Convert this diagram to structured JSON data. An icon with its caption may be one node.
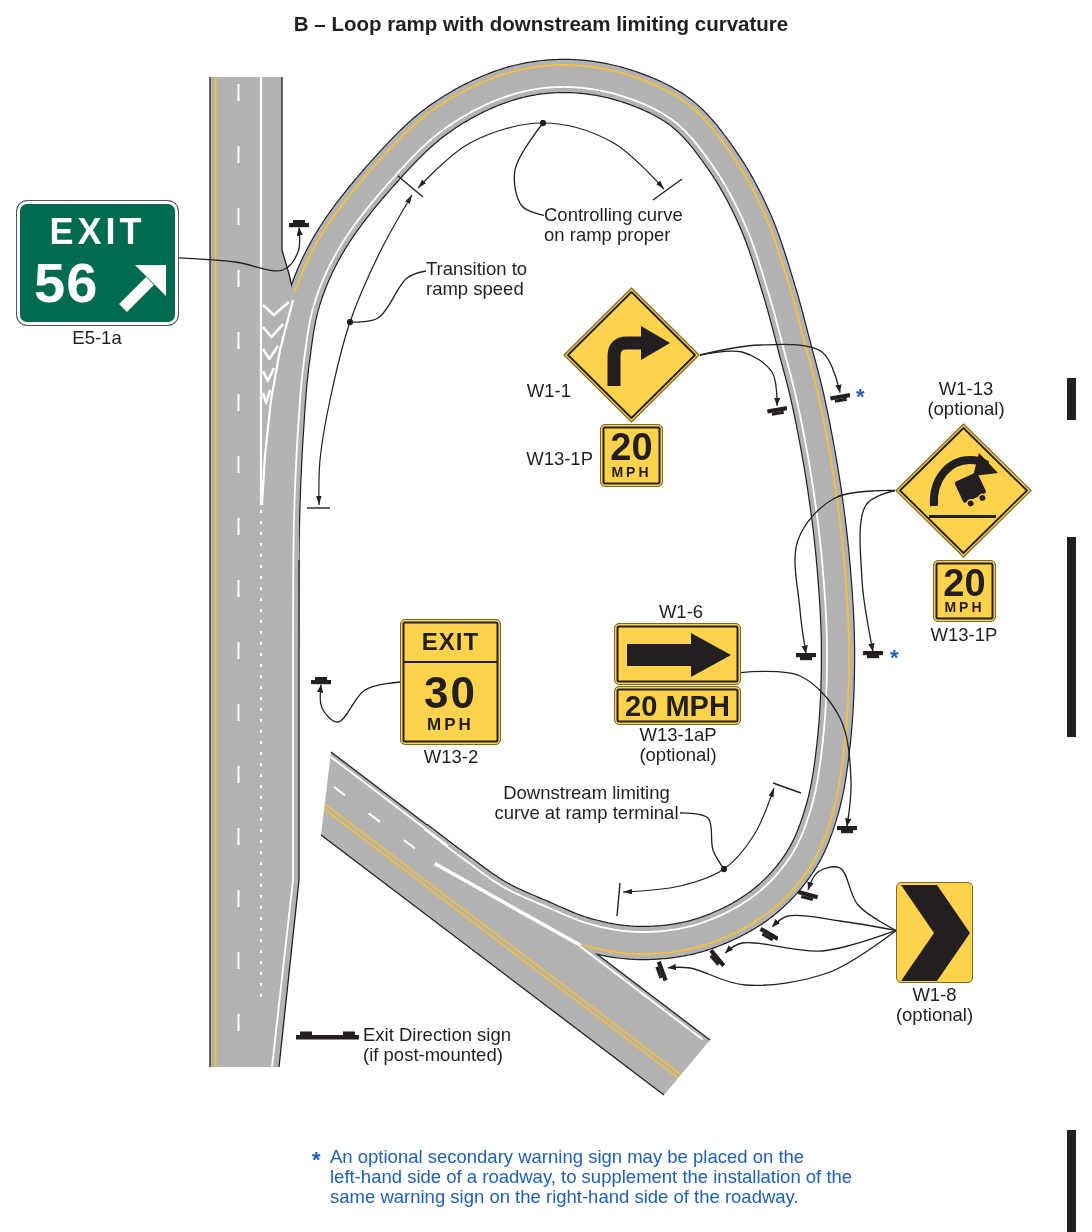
{
  "diagram": {
    "title": "B – Loop ramp with downstream limiting curvature",
    "nodes": [
      {
        "text": [
          "EXIT",
          "56"
        ],
        "beside": [
          "E5-1a"
        ]
      },
      {
        "text": [],
        "shape": "bar"
      },
      {
        "text": [
          "Controlling curve on ramp proper"
        ]
      },
      {
        "text": [
          "Transition to ramp speed"
        ]
      },
      {
        "text": [],
        "shape": "diamond",
        "beside": [
          "W1-1"
        ]
      },
      {
        "text": [
          "20",
          "MPH"
        ],
        "beside": [
          "W13-1P"
        ]
      },
      {
        "text": [],
        "shape": "bar"
      },
      {
        "text": [],
        "shape": "bar",
        "beside": [
          "*"
        ]
      },
      {
        "text": [],
        "shape": "diamond",
        "beside": [
          "W1-13 (optional)"
        ]
      },
      {
        "text": [
          "20",
          "MPH"
        ],
        "beside": [
          "W13-1P"
        ]
      },
      {
        "text": [],
        "shape": "bar"
      },
      {
        "text": [],
        "shape": "bar",
        "beside": [
          "*"
        ]
      },
      {
        "text": [
          "EXIT",
          "30",
          "MPH"
        ],
        "beside": [
          "W13-2"
        ]
      },
      {
        "text": [],
        "shape": "bar"
      },
      {
        "text": [],
        "shape": "box",
        "beside": [
          "W1-6"
        ]
      },
      {
        "text": [
          "20 MPH"
        ],
        "beside": [
          "W13-1aP (optional)"
        ]
      },
      {
        "text": [],
        "shape": "bar"
      },
      {
        "text": [
          "Downstream limiting curve at ramp terminal"
        ]
      },
      {
        "text": [],
        "shape": "box",
        "beside": [
          "W1-8 (optional)"
        ]
      },
      {
        "text": [],
        "shape": "bar"
      },
      {
        "text": [],
        "shape": "bar"
      },
      {
        "text": [],
        "shape": "bar"
      },
      {
        "text": [],
        "shape": "bar"
      }
    ],
    "edges": [
      {
        "from": 0,
        "to": 1,
        "arrow": "to"
      },
      {
        "from": 2,
        "to": null,
        "arrow": "other"
      },
      {
        "from": 3,
        "to": null,
        "arrow": "other"
      },
      {
        "from": 4,
        "to": 6,
        "arrow": "to"
      },
      {
        "from": 4,
        "to": 7,
        "arrow": "to"
      },
      {
        "from": 8,
        "to": 10,
        "arrow": "to"
      },
      {
        "from": 8,
        "to": 11,
        "arrow": "to"
      },
      {
        "from": 12,
        "to": 13,
        "arrow": "to"
      },
      {
        "from": 14,
        "to": 16,
        "arrow": "to"
      },
      {
        "from": 17,
        "to": null,
        "arrow": "other"
      },
      {
        "from": 18,
        "to": 19,
        "arrow": "to"
      },
      {
        "from": 18,
        "to": 20,
        "arrow": "to"
      },
      {
        "from": 18,
        "to": 21,
        "arrow": "to"
      },
      {
        "from": 18,
        "to": 22,
        "arrow": "to"
      }
    ],
    "labels": [
      "*",
      "An optional secondary warning sign may be placed on the left-hand side of a roadway, to supplement the installation of the same warning sign on the right-hand side of the roadway."
    ],
    "legend": [
      {
        "text": "Exit Direction sign (if post-mounted)"
      }
    ]
  }
}
